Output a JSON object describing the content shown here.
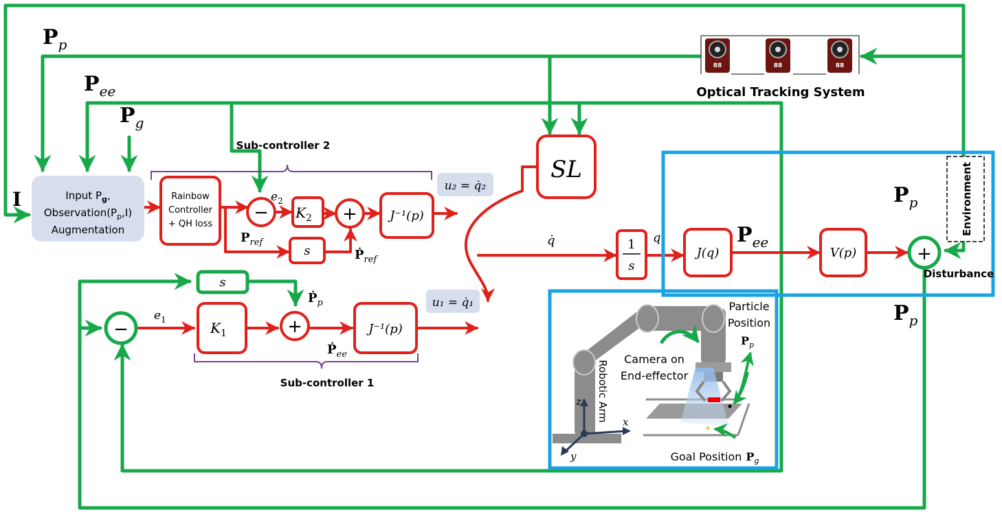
{
  "labels": {
    "I_main": "I",
    "Pp_top": "P",
    "Pp_top_sub": "p",
    "Pee_top": "P",
    "Pee_top_sub": "ee",
    "Pg_top": "P",
    "Pg_top_sub": "g",
    "Pp_right": "P",
    "Pp_right_sub": "p",
    "Pp_right2": "P",
    "Pp_right2_sub": "p",
    "Pee_mid": "P",
    "Pee_mid_sub": "ee",
    "Pref": "P",
    "Pref_sub": "ref",
    "Pref_dot": "Ṗ",
    "Pref_dot_sub": "ref",
    "Pp_dot": "Ṗ",
    "Pp_dot_sub": "p",
    "Pee_dot": "Ṗ",
    "Pee_dot_sub": "ee",
    "e2": "e",
    "e2_sub": "2",
    "e1": "e",
    "e1_sub": "1",
    "qdot": "q̇",
    "q": "q",
    "u2": "u₂ = q̇₂",
    "u1": "u₁ = q̇₁"
  },
  "blocks": {
    "augment_line1": "Input P",
    "augment_line1_sub": "g",
    "augment_line2": "Observation(P",
    "augment_line2_sub": "p",
    "augment_line2_end": ",I)",
    "augment_line3": "Augmentation",
    "rainbow_line1": "Rainbow",
    "rainbow_line2": "Controller",
    "rainbow_line3": "+ QH loss",
    "K2": "K",
    "K2_sub": "2",
    "K1": "K",
    "K1_sub": "1",
    "Jinv_top": "J⁻¹(p)",
    "Jinv_bot": "J⁻¹(p)",
    "s_top": "s",
    "s_bot": "s",
    "SL": "SL",
    "integrator_num": "1",
    "integrator_den": "s",
    "Jq": "J(q)",
    "Vp": "V(p)",
    "minus": "−",
    "plus": "+",
    "environment": "Environment"
  },
  "captions": {
    "sub2": "Sub-controller 2",
    "sub1": "Sub-controller 1",
    "tracking": "Optical  Tracking  System",
    "disturbance": "Disturbance",
    "camera_disp": "88"
  },
  "inset": {
    "particle_line1": "Particle",
    "particle_line2": "Position",
    "pp": "P",
    "pp_sub": "p",
    "camera_line1": "Camera on",
    "camera_line2": "End-effector",
    "robotic_arm": "Robotic Arm",
    "goal": "Goal Position",
    "pg": "P",
    "pg_sub": "g",
    "axis_z": "z",
    "axis_x": "x",
    "axis_y": "y"
  },
  "colors": {
    "green": "#17a84a",
    "red": "#e0201b",
    "blue": "#1aa3e0",
    "augment_fill": "#d6deee",
    "u_fill": "#d6deee",
    "purple": "#7a3d96",
    "gray": "#8c8c8c"
  }
}
